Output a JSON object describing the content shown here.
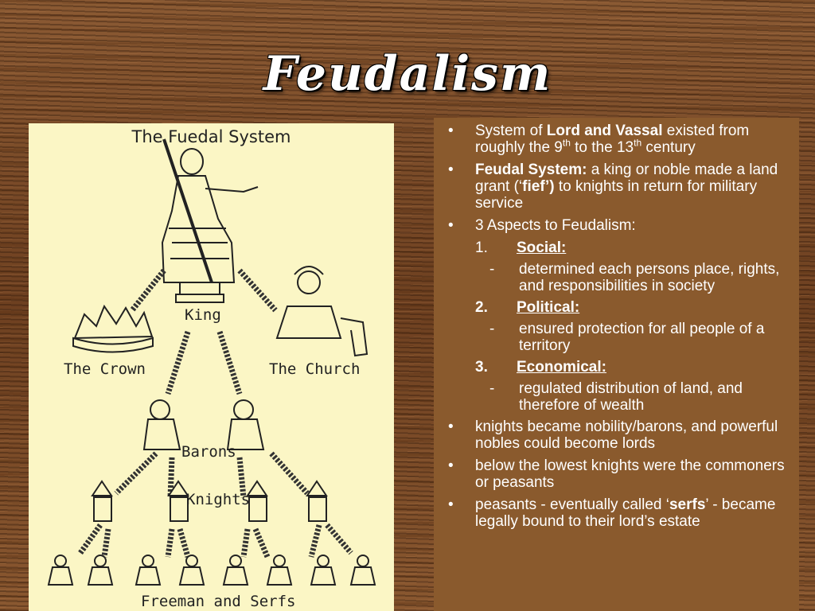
{
  "slide": {
    "title": "Feudalism"
  },
  "diagram": {
    "heading": "The Fuedal System",
    "labels": {
      "king": "King",
      "crown": "The Crown",
      "church": "The Church",
      "barons": "Barons",
      "knights": "Knights",
      "freemen": "Freeman and Serfs"
    }
  },
  "notes": {
    "b1_pre": "System of ",
    "b1_bold": "Lord and Vassal",
    "b1_mid": " existed from roughly the 9",
    "b1_sup1": "th",
    "b1_mid2": " to the 13",
    "b1_sup2": "th",
    "b1_post": " century",
    "b2_bold": "Feudal System:",
    "b2_mid": "  a king or noble made a land grant (‘",
    "b2_bold2": "fief’)",
    "b2_post": " to knights in return for military service",
    "b3": "3 Aspects to Feudalism:",
    "a1_num": "1.",
    "a1_label": "Social:",
    "a1_desc": "determined each persons place, rights, and responsibilities in society",
    "a2_num": "2.",
    "a2_label": "Political:",
    "a2_desc": "ensured protection for all people of a territory",
    "a3_num": "3.",
    "a3_label": "Economical:",
    "a3_desc": "regulated distribution of land, and therefore of wealth",
    "b4": "knights became nobility/barons, and powerful nobles could become lords",
    "b5": "below the lowest knights were the commoners or peasants",
    "b6_pre": "peasants - eventually called ‘",
    "b6_bold": "serfs",
    "b6_post": "’ - became legally bound to their lord’s estate",
    "bullet": "•",
    "dash": "-"
  }
}
